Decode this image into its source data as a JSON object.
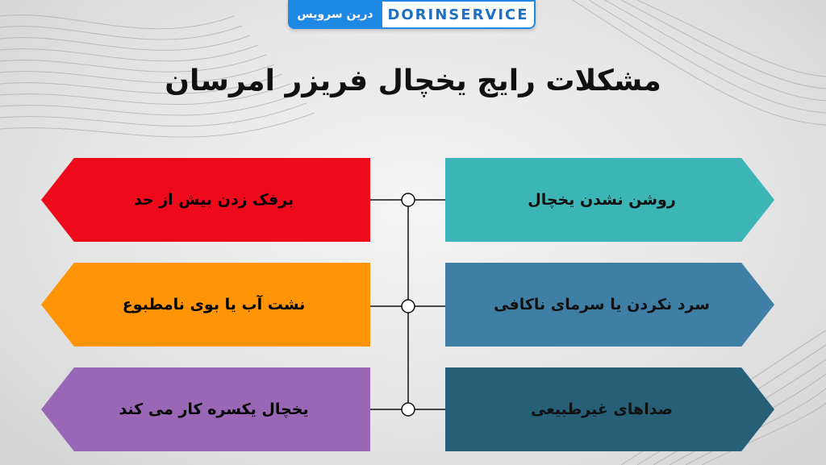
{
  "brand": {
    "name_fa": "درین سرویس",
    "name_en": "DORINSERVICE"
  },
  "title": "مشکلات رایج یخچال فریزر امرسان",
  "colors": {
    "right_1": "#3bb5b5",
    "right_2": "#3f7fa6",
    "right_3": "#275f76",
    "left_1": "#ee0a1a",
    "left_2": "#ff9406",
    "left_3": "#9a67b7"
  },
  "problems_right": [
    {
      "label": "روشن نشدن یخچال"
    },
    {
      "label": "سرد نکردن یا سرمای ناکافی"
    },
    {
      "label": "صداهای غیرطبیعی"
    }
  ],
  "problems_left": [
    {
      "label": "برفک زدن بیش از حد"
    },
    {
      "label": "نشت آب یا بوی نامطبوع"
    },
    {
      "label": "یخچال یکسره کار می کند"
    }
  ]
}
